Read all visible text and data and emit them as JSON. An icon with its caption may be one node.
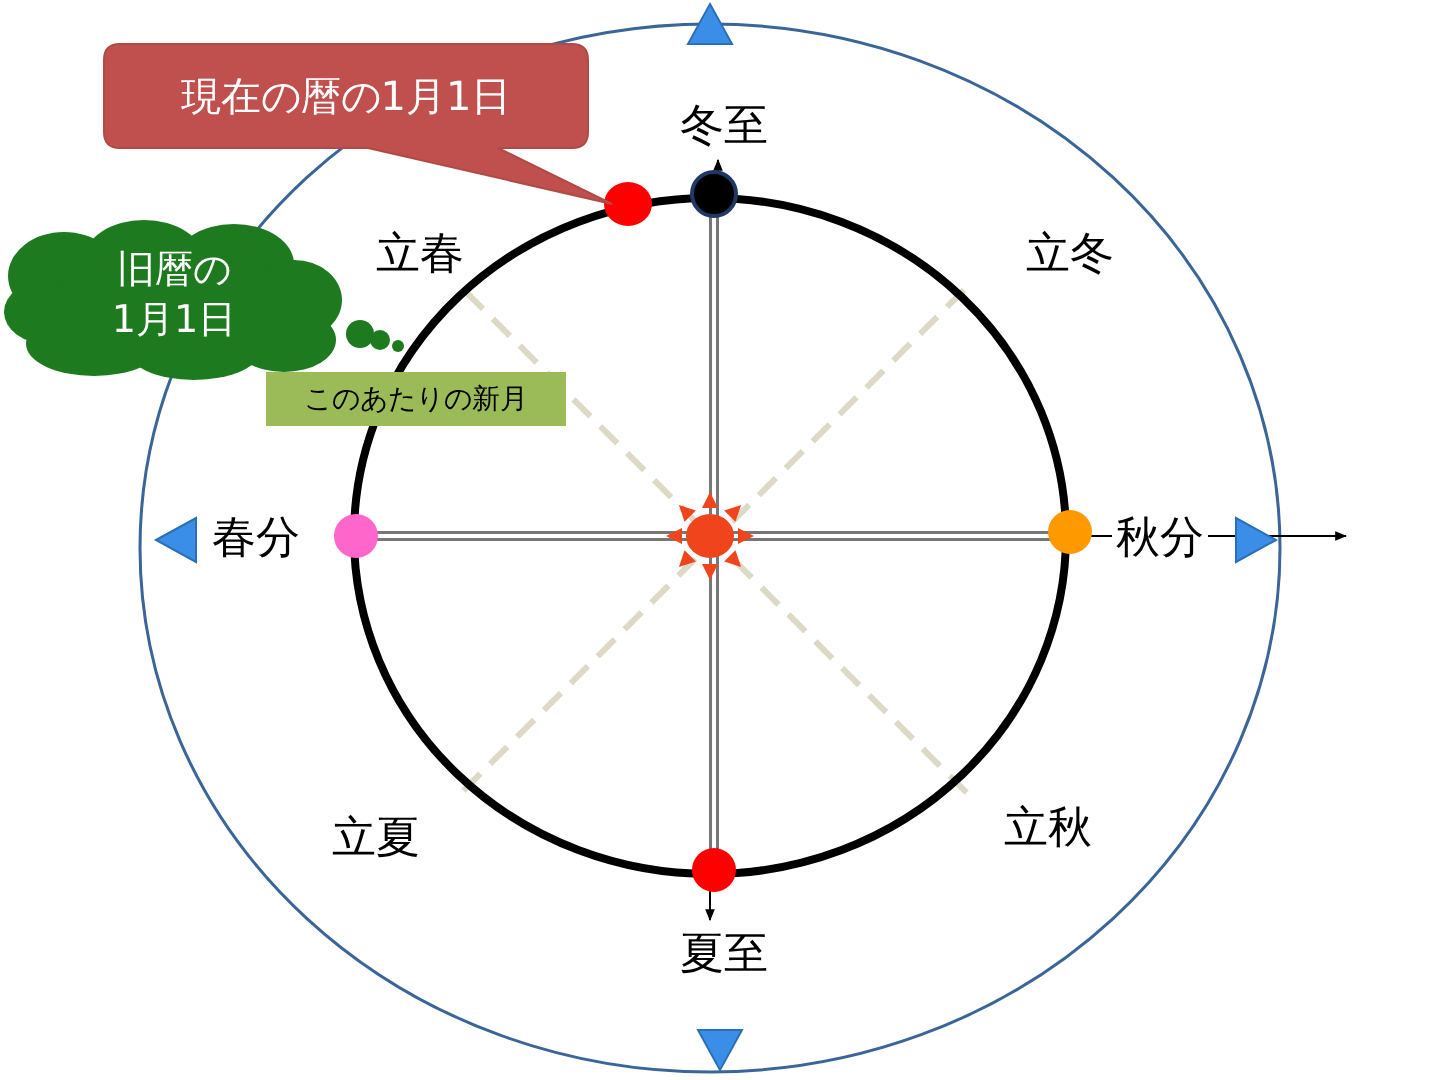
{
  "diagram": {
    "nodes": [
      {
        "text": [
          "現在の暦の1月1日"
        ]
      },
      {
        "text": [
          "旧暦の 1月1日"
        ]
      },
      {
        "text": [
          "このあたりの新月"
        ]
      }
    ],
    "labels": [
      "冬至",
      "立春",
      "立冬",
      "春分",
      "秋分",
      "立夏",
      "立秋",
      "夏至"
    ]
  }
}
